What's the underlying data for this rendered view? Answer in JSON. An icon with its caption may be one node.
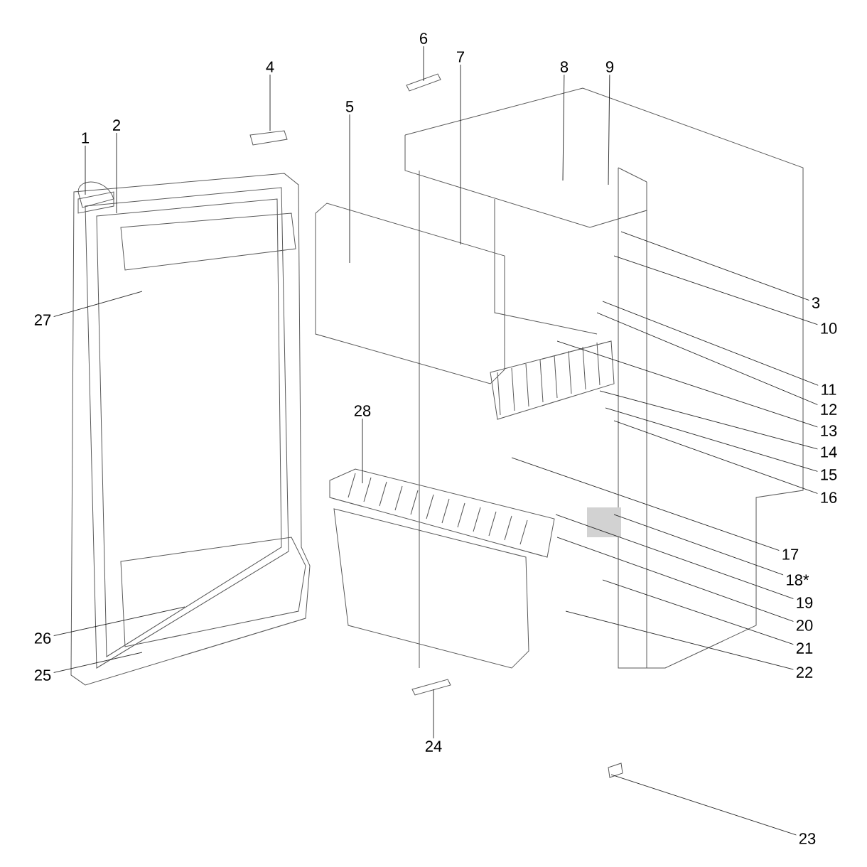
{
  "diagram": {
    "nodes": [
      {
        "text": [
          "1"
        ]
      },
      {
        "text": [
          "2"
        ]
      },
      {
        "text": [
          "3"
        ]
      },
      {
        "text": [
          "4"
        ]
      },
      {
        "text": [
          "5"
        ]
      },
      {
        "text": [
          "6"
        ]
      },
      {
        "text": [
          "7"
        ]
      },
      {
        "text": [
          "8"
        ]
      },
      {
        "text": [
          "9"
        ]
      },
      {
        "text": [
          "10"
        ]
      },
      {
        "text": [
          "11"
        ]
      },
      {
        "text": [
          "12"
        ]
      },
      {
        "text": [
          "13"
        ]
      },
      {
        "text": [
          "14"
        ]
      },
      {
        "text": [
          "15"
        ]
      },
      {
        "text": [
          "16"
        ]
      },
      {
        "text": [
          "17"
        ]
      },
      {
        "text": [
          "18*"
        ]
      },
      {
        "text": [
          "19"
        ]
      },
      {
        "text": [
          "20"
        ]
      },
      {
        "text": [
          "21"
        ]
      },
      {
        "text": [
          "22"
        ]
      },
      {
        "text": [
          "23"
        ]
      },
      {
        "text": [
          "24"
        ]
      },
      {
        "text": [
          "25"
        ]
      },
      {
        "text": [
          "26"
        ]
      },
      {
        "text": [
          "27"
        ]
      },
      {
        "text": [
          "28"
        ]
      }
    ],
    "edges": [
      {
        "from": 0,
        "to": null,
        "arrow": "none"
      },
      {
        "from": 1,
        "to": null,
        "arrow": "none"
      },
      {
        "from": 2,
        "to": null,
        "arrow": "none"
      },
      {
        "from": 3,
        "to": null,
        "arrow": "none"
      },
      {
        "from": 4,
        "to": null,
        "arrow": "none"
      },
      {
        "from": 5,
        "to": null,
        "arrow": "none"
      },
      {
        "from": 6,
        "to": null,
        "arrow": "none"
      },
      {
        "from": 7,
        "to": null,
        "arrow": "none"
      },
      {
        "from": 8,
        "to": null,
        "arrow": "none"
      },
      {
        "from": 9,
        "to": null,
        "arrow": "none"
      },
      {
        "from": 10,
        "to": null,
        "arrow": "none"
      },
      {
        "from": 11,
        "to": null,
        "arrow": "none"
      },
      {
        "from": 12,
        "to": null,
        "arrow": "none"
      },
      {
        "from": 13,
        "to": null,
        "arrow": "none"
      },
      {
        "from": 14,
        "to": null,
        "arrow": "none"
      },
      {
        "from": 15,
        "to": null,
        "arrow": "none"
      },
      {
        "from": 16,
        "to": null,
        "arrow": "none"
      },
      {
        "from": 17,
        "to": null,
        "arrow": "none"
      },
      {
        "from": 18,
        "to": null,
        "arrow": "none"
      },
      {
        "from": 19,
        "to": null,
        "arrow": "none"
      },
      {
        "from": 20,
        "to": null,
        "arrow": "none"
      },
      {
        "from": 21,
        "to": null,
        "arrow": "none"
      },
      {
        "from": 22,
        "to": null,
        "arrow": "none"
      },
      {
        "from": 23,
        "to": null,
        "arrow": "none"
      },
      {
        "from": 24,
        "to": null,
        "arrow": "none"
      },
      {
        "from": 25,
        "to": null,
        "arrow": "none"
      },
      {
        "from": 26,
        "to": null,
        "arrow": "none"
      },
      {
        "from": 27,
        "to": null,
        "arrow": "none"
      }
    ]
  }
}
